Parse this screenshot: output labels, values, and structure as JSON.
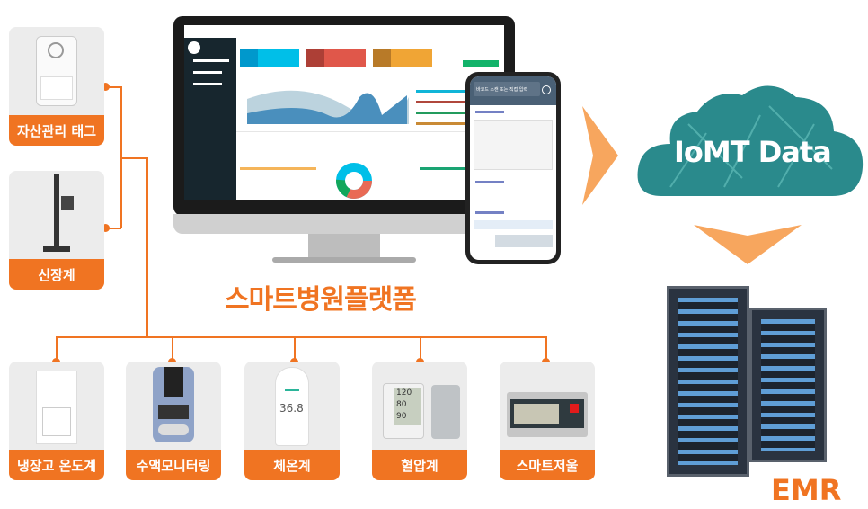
{
  "devices_left": [
    {
      "label": "자산관리 태그"
    },
    {
      "label": "신장계"
    }
  ],
  "devices_bottom": [
    {
      "label": "냉장고 온도계"
    },
    {
      "label": "수액모니터링"
    },
    {
      "label": "체온계",
      "reading": "36.8"
    },
    {
      "label": "혈압계",
      "readings": [
        "120",
        "80",
        "90"
      ]
    },
    {
      "label": "스마트저울"
    }
  ],
  "platform": {
    "title": "스마트병원플랫폼",
    "phone_search": "바코드 스캔 또는 직접 입력"
  },
  "cloud": {
    "label": "IoMT Data"
  },
  "emr": {
    "label": "EMR"
  },
  "colors": {
    "accent": "#f07422",
    "cloud": "#2d8c8c"
  }
}
